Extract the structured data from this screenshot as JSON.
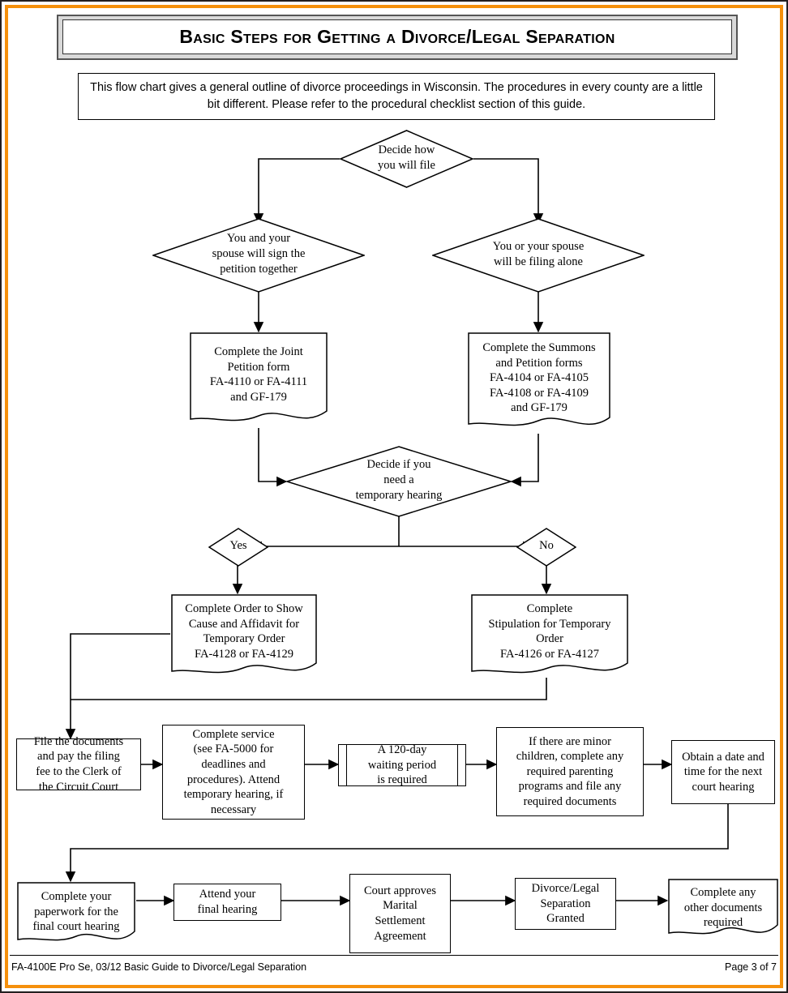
{
  "page": {
    "title": "Basic Steps for Getting a Divorce/Legal Separation",
    "intro": "This flow chart gives a general outline of divorce proceedings in Wisconsin.  The procedures in every county are a little bit different.  Please refer to the procedural checklist section of this guide.",
    "border_color": "#F5900C"
  },
  "footer": {
    "left": "FA-4100E Pro Se, 03/12  Basic Guide to Divorce/Legal Separation",
    "right": "Page 3 of 7"
  },
  "flow": {
    "decide_how": "Decide how\nyou will file",
    "joint_diamond": "You and your\nspouse will sign the\npetition together",
    "alone_diamond": "You or your spouse\nwill be filing alone",
    "joint_doc": "Complete the Joint\nPetition form\nFA-4110 or FA-4111\nand GF-179",
    "summons_doc": "Complete the Summons\nand Petition forms\nFA-4104 or FA-4105\nFA-4108 or FA-4109\nand GF-179",
    "decide_temp": "Decide if you\nneed a\ntemporary hearing",
    "yes": "Yes",
    "no": "No",
    "order_show_cause": "Complete Order to Show\nCause and Affidavit for\nTemporary Order\nFA-4128 or FA-4129",
    "stipulation": "Complete\nStipulation for Temporary\nOrder\nFA-4126 or FA-4127",
    "file_documents": "File the documents\nand pay the filing\nfee to the Clerk of\nthe Circuit Court",
    "complete_service": "Complete service\n(see FA-5000 for\ndeadlines and\nprocedures).  Attend\ntemporary hearing, if\nnecessary",
    "waiting_period": "A 120-day\nwaiting period\nis required",
    "minor_children": "If there are minor\nchildren, complete any\nrequired parenting\nprograms and file any\nrequired documents",
    "obtain_date": "Obtain a date and\ntime for the next\ncourt hearing",
    "final_paperwork": "Complete your\npaperwork for the\nfinal court hearing",
    "attend_hearing": "Attend your\nfinal hearing",
    "court_approves": "Court approves\nMarital\nSettlement\nAgreement",
    "granted": "Divorce/Legal\nSeparation\nGranted",
    "other_documents": "Complete any\nother documents\nrequired"
  }
}
